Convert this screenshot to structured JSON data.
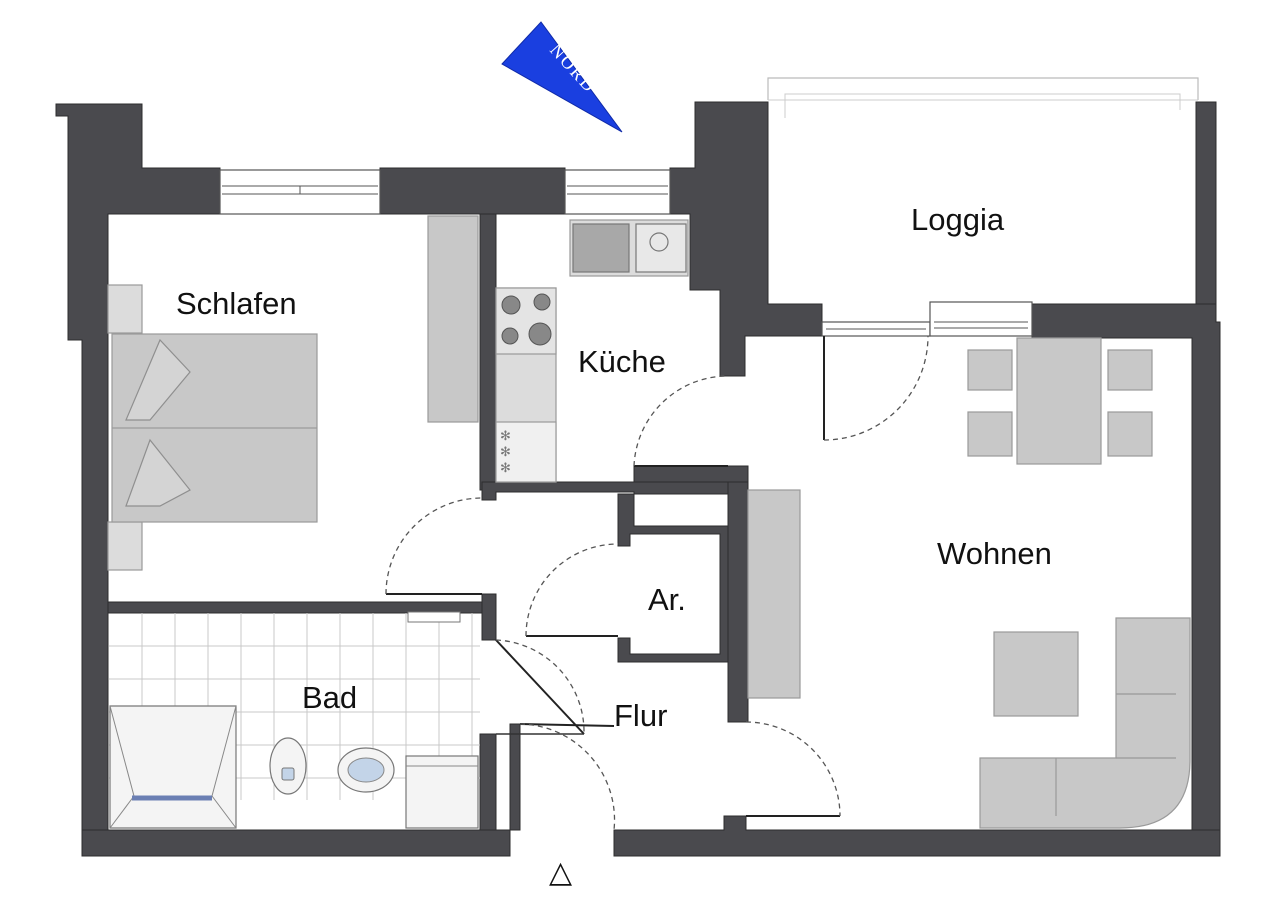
{
  "rooms": {
    "schlafen": "Schlafen",
    "kueche": "Küche",
    "loggia": "Loggia",
    "wohnen": "Wohnen",
    "bad": "Bad",
    "abstellraum": "Ar.",
    "flur": "Flur"
  },
  "north_arrow": {
    "label": "NORD",
    "color": "#1a3fe0"
  },
  "entrance_marker": "△",
  "colors": {
    "wall": "#4a4a4e",
    "furniture": "#c8c8c8"
  }
}
